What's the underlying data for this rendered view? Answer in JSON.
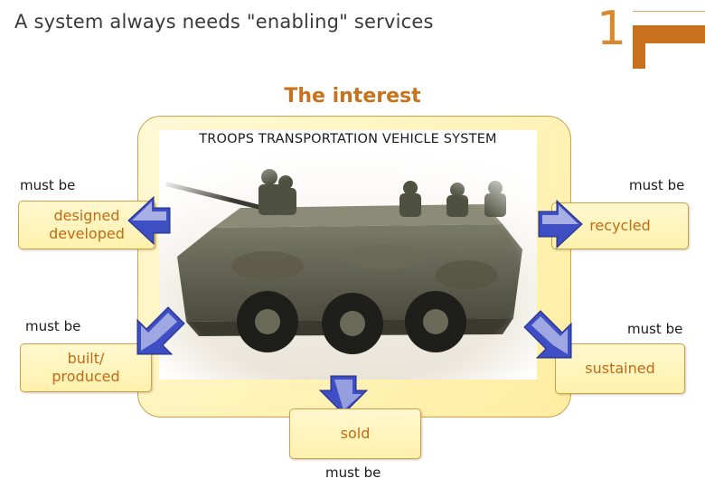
{
  "header": {
    "title": "A system always needs \"enabling\" services",
    "slide_number": "1"
  },
  "subtitle": "The interest",
  "photo": {
    "caption": "TROOPS TRANSPORTATION VEHICLE SYSTEM"
  },
  "services": {
    "designed": {
      "line1": "designed",
      "line2": "developed",
      "must": "must be"
    },
    "recycled": {
      "label": "recycled",
      "must": "must be"
    },
    "built": {
      "line1": "built/",
      "line2": "produced",
      "must": "must be"
    },
    "sustained": {
      "label": "sustained",
      "must": "must be"
    },
    "sold": {
      "label": "sold",
      "must": "must be"
    }
  },
  "colors": {
    "accent_orange": "#c8731c",
    "box_fill": "#fff3b8",
    "arrow_blue": "#3e4fc4"
  }
}
